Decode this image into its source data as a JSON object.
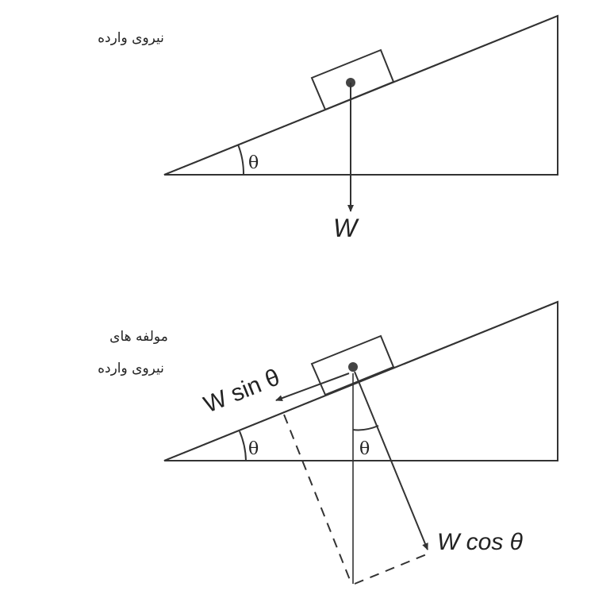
{
  "top_panel": {
    "caption": "نیروی وارده",
    "force_label": "W",
    "angle_label": "θ"
  },
  "bottom_panel": {
    "caption_line1": "مولفه های",
    "caption_line2": "نیروی وارده",
    "parallel_label": "W sin θ",
    "perpendicular_label": "W cos θ",
    "angle_label_incline": "θ",
    "angle_label_vertical": "θ"
  }
}
